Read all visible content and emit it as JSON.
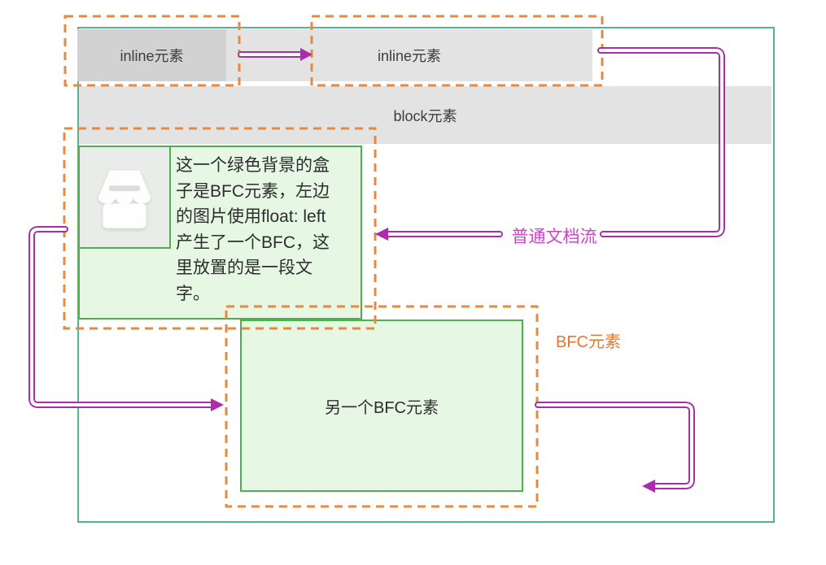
{
  "diagram_title": "BFC (Block Formatting Context) layout diagram",
  "labels": {
    "inline1": "inline元素",
    "inline2": "inline元素",
    "block": "block元素",
    "bfc_box2": "另一个BFC元素",
    "normal_flow": "普通文档流",
    "bfc_label": "BFC元素"
  },
  "bfc_box1": {
    "text": "这一个绿色背景的盒子是BFC元素，左边的图片使用float: left产生了一个BFC，这里放置的是一段文字。",
    "text_lines": [
      "这一个绿色背景的盒",
      "子是BFC元素，左边",
      "的图片使用float: left",
      "产生了一个BFC，这",
      "里放置的是一段文",
      "字。"
    ]
  },
  "icons": {
    "image_placeholder": "store-image-placeholder-icon"
  },
  "colors": {
    "teal_border": "#56b293",
    "orange_dash": "#e9893d",
    "orange_text": "#e0782f",
    "green_fill": "#e6f7e4",
    "green_border": "#4caf50",
    "gray_dark_box": "#d2d2d2",
    "gray_light_box": "#e3e3e3",
    "magenta_line": "#a232a2",
    "magenta_arrowhead": "#ac2cac",
    "magenta_text": "#cd3fcd",
    "body_text": "#2d2d2d"
  }
}
